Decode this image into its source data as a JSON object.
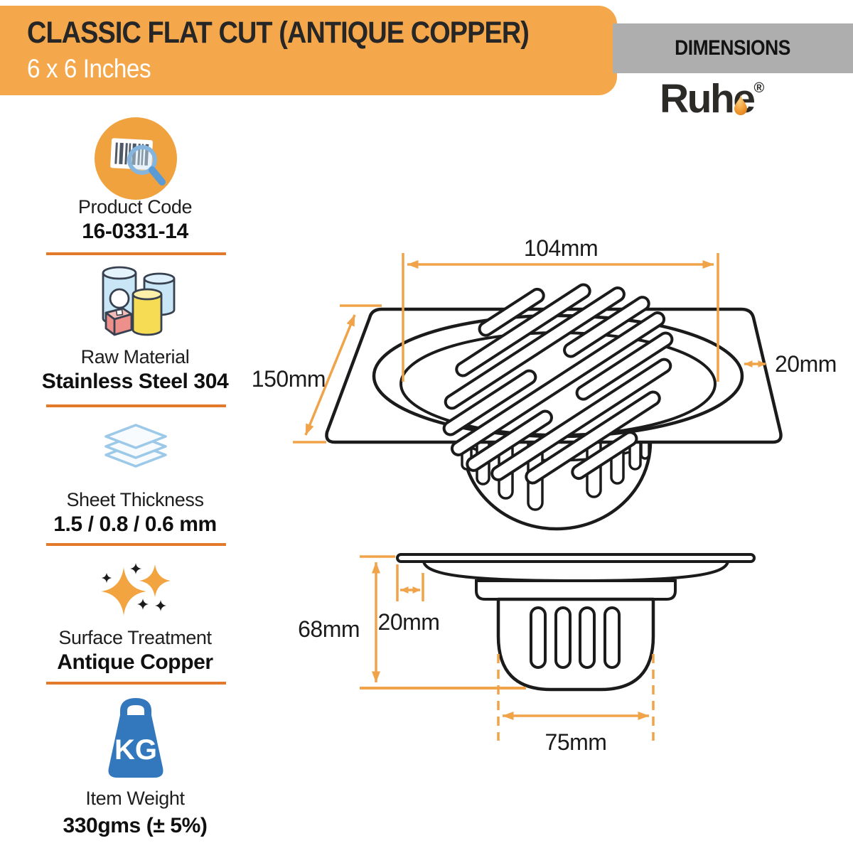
{
  "header": {
    "title": "CLASSIC FLAT CUT (ANTIQUE COPPER)",
    "subtitle": "6 x 6 Inches",
    "dimensions_label": "DIMENSIONS",
    "brand": "Ruhe",
    "brand_reg": "®"
  },
  "specs": [
    {
      "icon": "barcode-magnifier-icon",
      "label": "Product Code",
      "value": "16-0331-14"
    },
    {
      "icon": "material-containers-icon",
      "label": "Raw Material",
      "value": "Stainless Steel 304"
    },
    {
      "icon": "stacked-sheets-icon",
      "label": "Sheet Thickness",
      "value": "1.5 / 0.8 / 0.6 mm"
    },
    {
      "icon": "sparkles-icon",
      "label": "Surface Treatment",
      "value": "Antique Copper"
    },
    {
      "icon": "kg-bag-icon",
      "label": "Item Weight",
      "value": "330gms (± 5%)"
    }
  ],
  "diagram": {
    "top_view": {
      "grate_width": "104mm",
      "plate_side": "150mm",
      "edge_margin": "20mm"
    },
    "side_view": {
      "height": "68mm",
      "flange_overhang": "20mm",
      "outlet_width": "75mm"
    }
  },
  "colors": {
    "banner_orange": "#F4A74B",
    "divider_orange": "#E2792B",
    "dimension_orange": "#F0A348",
    "gray_bar": "#AFAEAF",
    "line_black": "#1b1b1b",
    "icon_blue": "#3377BD",
    "icon_light_blue": "#C9E6F7",
    "icon_yellow": "#F8DF63",
    "icon_red": "#ED8F8A"
  }
}
